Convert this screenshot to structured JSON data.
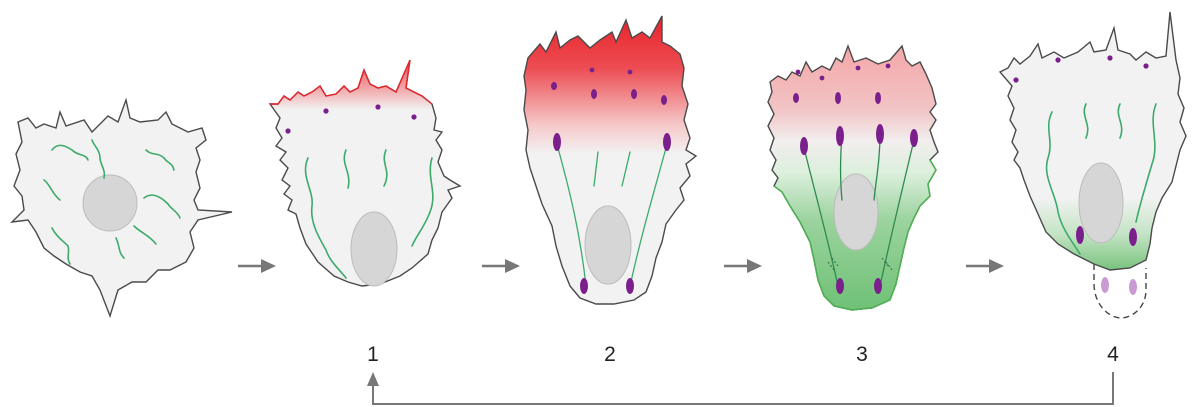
{
  "stages": [
    {
      "label": "1"
    },
    {
      "label": "2"
    },
    {
      "label": "3"
    },
    {
      "label": "4"
    }
  ],
  "colors": {
    "cell_fill": "#f2f2f2",
    "cell_outline": "#4a4a4a",
    "nucleus": "#d6d6d6",
    "microtubule": "#3daa6a",
    "actin_front": "#e8242b",
    "actin_rear": "#4cb551",
    "adhesion": "#7a1f8c",
    "adhesion_faded": "#c99ad3",
    "arrow": "#777777"
  }
}
